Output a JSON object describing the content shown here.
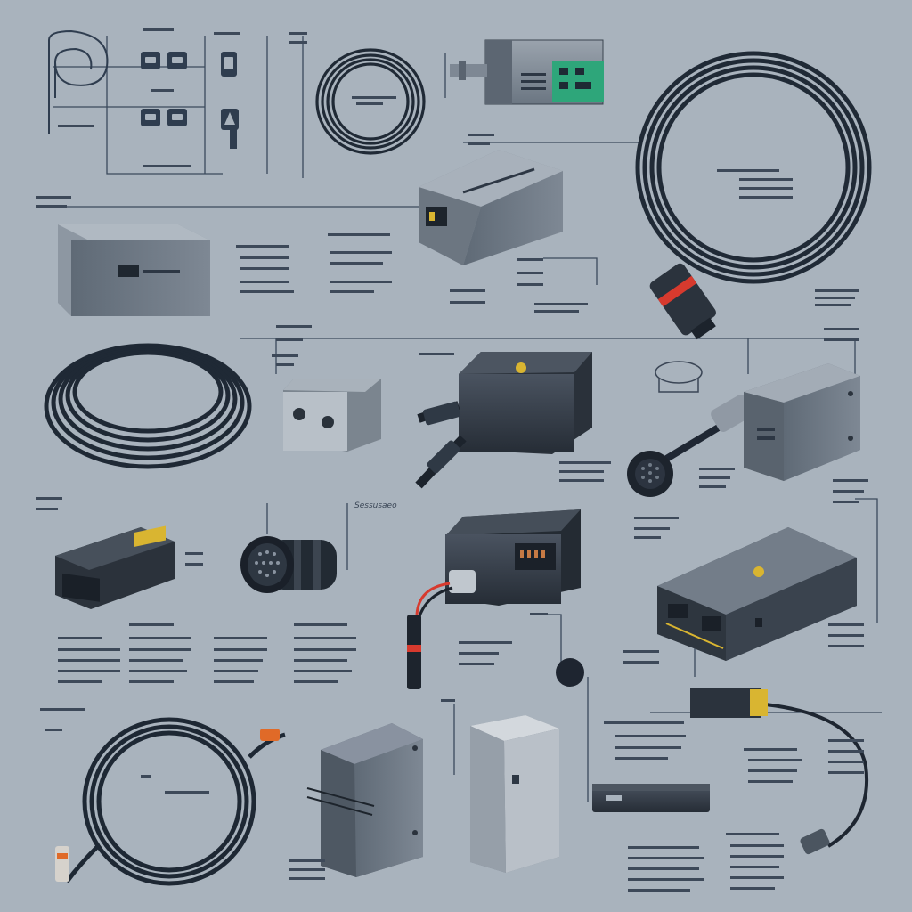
{
  "illustration": {
    "caption_label": "Sessusaeo",
    "colors": {
      "background": "#a9b3bd",
      "cable": "#263240",
      "device_dark": "#343d48",
      "device_light": "#727d89",
      "leader_line": "#3b4a5c",
      "accent_red": "#d73a2e",
      "accent_yellow": "#d9b531",
      "accent_green": "#2ea67a",
      "accent_orange": "#e06a28"
    },
    "components": [
      {
        "name": "schematic-panel",
        "icon": "wiring-schematic"
      },
      {
        "name": "coil-small",
        "icon": "cable-coil"
      },
      {
        "name": "control-unit",
        "icon": "control-module"
      },
      {
        "name": "coil-large",
        "icon": "cable-coil"
      },
      {
        "name": "power-adapter",
        "icon": "power-adapter"
      },
      {
        "name": "junction-box",
        "icon": "junction-box"
      },
      {
        "name": "coil-medium",
        "icon": "cable-coil"
      },
      {
        "name": "small-cube",
        "icon": "connector-block"
      },
      {
        "name": "dual-cable-module",
        "icon": "dual-cable-module"
      },
      {
        "name": "round-connector",
        "icon": "round-connector"
      },
      {
        "name": "right-cube",
        "icon": "adapter-box"
      },
      {
        "name": "small-module",
        "icon": "socket-module"
      },
      {
        "name": "multipin-plug",
        "icon": "multipin-plug"
      },
      {
        "name": "red-lead-module",
        "icon": "lead-module"
      },
      {
        "name": "flat-device",
        "icon": "flat-controller"
      },
      {
        "name": "coil-bottom",
        "icon": "cable-coil"
      },
      {
        "name": "mount-box",
        "icon": "mount-box"
      },
      {
        "name": "tall-box",
        "icon": "enclosure"
      },
      {
        "name": "bar-module",
        "icon": "bar-module"
      },
      {
        "name": "sensor-cable",
        "icon": "sensor-cable"
      }
    ]
  }
}
